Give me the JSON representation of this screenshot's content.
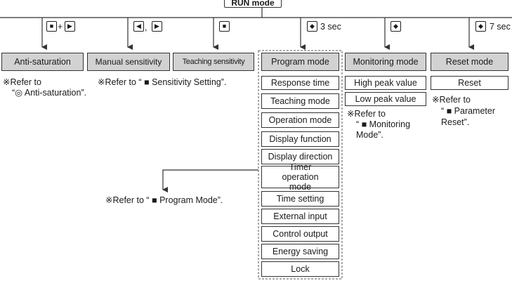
{
  "run_mode": {
    "label": "RUN mode"
  },
  "key_icons": {
    "set": "■",
    "right": "▶",
    "left": "◀",
    "diamond": "◆"
  },
  "triggers": {
    "anti_saturation": {
      "plus": "+"
    },
    "manual_sensitivity": {
      "separator": ","
    },
    "program": {
      "duration": "3 sec"
    },
    "reset": {
      "duration": "7 sec"
    }
  },
  "modes": {
    "anti_saturation": "Anti-saturation",
    "manual_sensitivity": "Manual sensitivity",
    "teaching_sensitivity": "Teaching sensitivity",
    "program": "Program mode",
    "monitoring": "Monitoring mode",
    "reset": "Reset mode"
  },
  "program_items": [
    "Response time",
    "Teaching mode",
    "Operation mode",
    "Display function",
    "Display direction",
    "Timer operation mode",
    "Time setting",
    "External input",
    "Control output",
    "Energy saving",
    "Lock"
  ],
  "monitoring_items": [
    "High peak value",
    "Low peak value"
  ],
  "reset_items": [
    "Reset"
  ],
  "notes": {
    "anti_saturation_l1": "※Refer to",
    "anti_saturation_l2": "“◎ Anti-saturation”.",
    "sensitivity": "※Refer to “ ■ Sensitivity Setting”.",
    "program": "※Refer to “ ■ Program Mode”.",
    "monitoring_l1": "※Refer to",
    "monitoring_l2": "“ ■ Monitoring",
    "monitoring_l3": "Mode”.",
    "reset_l1": "※Refer to",
    "reset_l2": "“ ■ Parameter",
    "reset_l3": "Reset”."
  },
  "colors": {
    "line": "#333333",
    "gray_box": "#d2d2d2",
    "text": "#1a1a1a"
  }
}
